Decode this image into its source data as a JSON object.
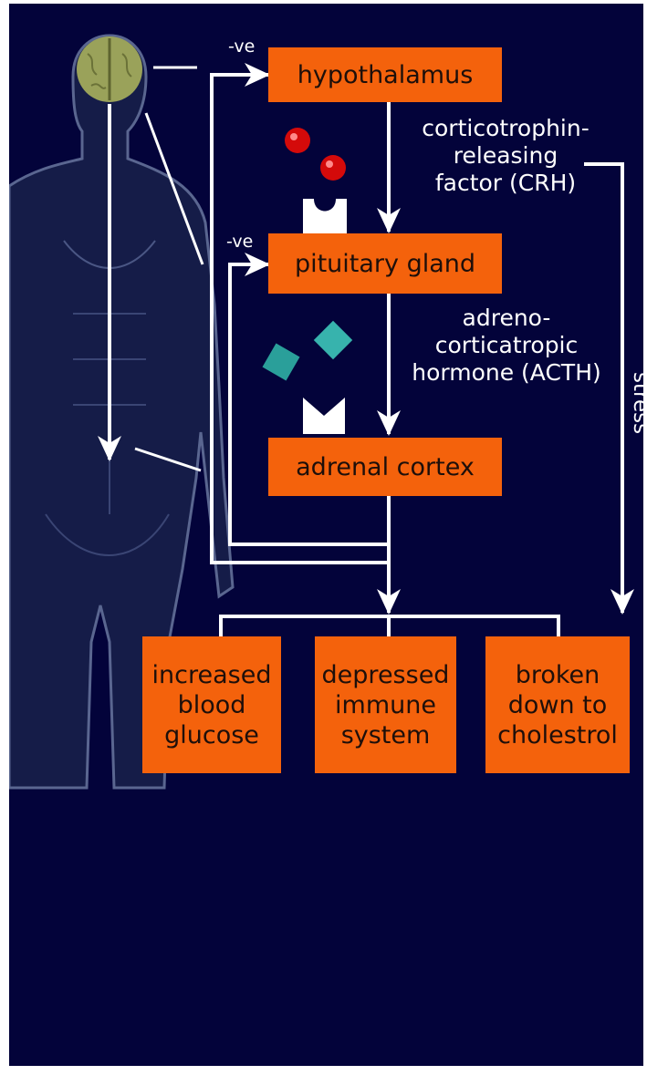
{
  "nodes": {
    "hypothalamus": "hypothalamus",
    "pituitary": "pituitary gland",
    "adrenal": "adrenal cortex",
    "glucose": "increased\nblood\nglucose",
    "immune": "depressed\nimmune\nsystem",
    "cholesterol": "broken\ndown to\ncholestrol"
  },
  "hormones": {
    "crh": "corticotrophin-\nreleasing\nfactor (CRH)",
    "acth": "adreno-\ncorticatropic\nhormone (ACTH)"
  },
  "feedback": {
    "neg1": "-ve",
    "neg2": "-ve"
  },
  "stress_label": "stress",
  "colors": {
    "background": "#03033a",
    "box": "#f4620c",
    "arrow": "#ffffff",
    "crh_molecule": "#d40a0a",
    "acth_molecule": "#2a9f9a",
    "body_silhouette": "#1a2250"
  }
}
